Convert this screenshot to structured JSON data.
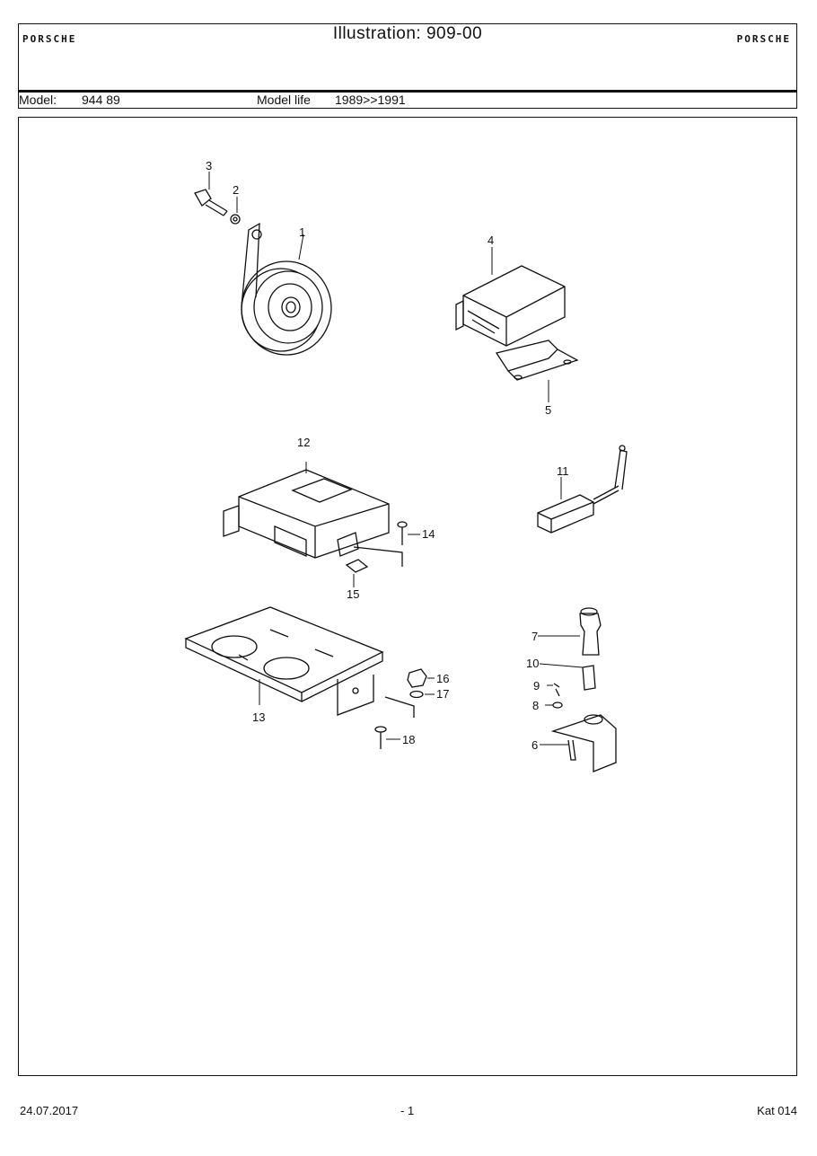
{
  "header": {
    "title": "Illustration: 909-00",
    "brand_left": "PORSCHE",
    "brand_right": "PORSCHE",
    "model_label": "Model:",
    "model_value": "944 89",
    "model_life_label": "Model life",
    "model_life_value": "1989>>1991"
  },
  "callouts": [
    "1",
    "2",
    "3",
    "4",
    "5",
    "6",
    "7",
    "8",
    "9",
    "10",
    "11",
    "12",
    "13",
    "14",
    "15",
    "16",
    "17",
    "18"
  ],
  "footer": {
    "date": "24.07.2017",
    "page": "- 1",
    "catalog": "Kat 014"
  }
}
